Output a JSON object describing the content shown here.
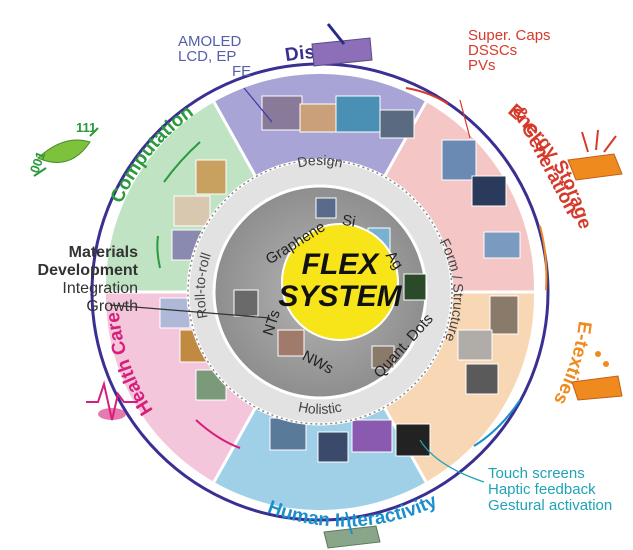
{
  "center": {
    "line1": "FLEX",
    "line2": "SYSTEM"
  },
  "inner_ring": [
    "Graphene",
    "Si",
    "Ag",
    "Quant. Dots",
    "NWs",
    "NTs"
  ],
  "middle_ring": [
    "Design",
    "Form / Structure",
    "Holistic",
    "Roll-to-roll"
  ],
  "sectors": [
    {
      "label": "Displays",
      "color": "#3a2f92",
      "fill": "#a9a4d6"
    },
    {
      "label": "Energy Storage",
      "label2": "& Generation",
      "color": "#d63a2a",
      "fill": "#f4c6c6"
    },
    {
      "label": "E-textiles",
      "color": "#ef8a1e",
      "fill": "#f8d7b5"
    },
    {
      "label": "Human Interactivity",
      "color": "#1b8fcc",
      "fill": "#9fd0e8"
    },
    {
      "label": "Health Care",
      "color": "#d61f7a",
      "fill": "#f4c6dc"
    },
    {
      "label": "Computation",
      "color": "#2a9a3c",
      "fill": "#bfe3c3"
    }
  ],
  "notes": {
    "displays": [
      "AMOLED",
      "LCD,  EP",
      "FE"
    ],
    "energy": [
      "Super. Caps",
      "DSSCs",
      "PVs"
    ],
    "materials": [
      "Materials",
      "Development",
      "Integration",
      "Growth"
    ],
    "interactivity": [
      "Touch screens",
      "Haptic feedback",
      "Gestural activation"
    ],
    "computation_tags": [
      "001",
      "111"
    ]
  },
  "colors": {
    "center_yellow": "#f7e51a",
    "inner_grey": "#9a9a9a",
    "middle_grey": "#e2e2e2",
    "arrow_blue": "#3a3aa8"
  },
  "icons": [
    "pen-display-icon",
    "energy-sheet-icon",
    "droplet-textile-icon",
    "heartbeat-icon",
    "touch-sheet-icon",
    "crystal-sheet-icon"
  ]
}
